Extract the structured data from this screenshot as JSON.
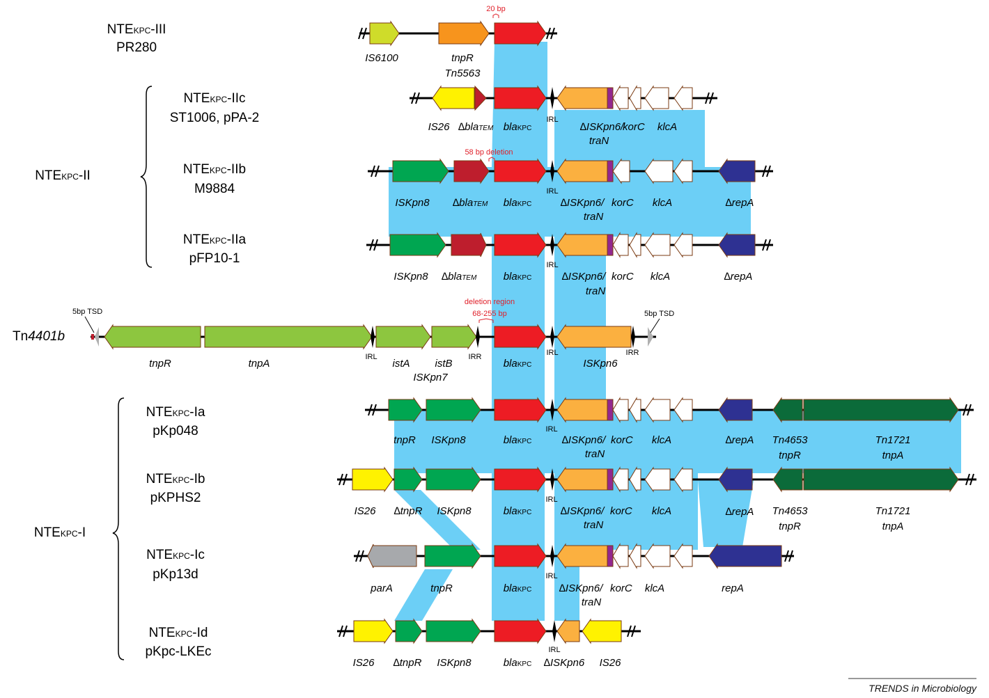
{
  "colors": {
    "shade": "#6ccff6",
    "line": "#000000",
    "outline": "#7a3a12",
    "note": "#e0202a",
    "bla": "#ed1c24",
    "iskpn6": "#fbb040",
    "purple": "#92278f",
    "white": "#ffffff",
    "darkblue": "#2e3192",
    "darkgreen": "#0b6b3a",
    "green": "#00a651",
    "lightgreen": "#8dc63f",
    "yellow": "#fff200",
    "darkred": "#be1e2d",
    "lime": "#cfdc2a",
    "orange": "#f7941d",
    "gray": "#a7a9ac",
    "tsd_gray": "#b0b0b0"
  },
  "groups": {
    "ii": {
      "name": "NTE",
      "sub": "KPC",
      "suffix": "-II"
    },
    "i": {
      "name": "NTE",
      "sub": "KPC",
      "suffix": "-I"
    }
  },
  "rows": [
    {
      "id": "iii",
      "name": "NTE",
      "sub": "KPC",
      "suffix": "-III",
      "line2": "PR280"
    },
    {
      "id": "iic",
      "name": "NTE",
      "sub": "KPC",
      "suffix": "-IIc",
      "line2": "ST1006, pPA-2"
    },
    {
      "id": "iib",
      "name": "NTE",
      "sub": "KPC",
      "suffix": "-IIb",
      "line2": "M9884"
    },
    {
      "id": "iia",
      "name": "NTE",
      "sub": "KPC",
      "suffix": "-IIa",
      "line2": "pFP10-1"
    },
    {
      "id": "tn",
      "name": "Tn",
      "italic": "4401b"
    },
    {
      "id": "ia",
      "name": "NTE",
      "sub": "KPC",
      "suffix": "-Ia",
      "line2": "pKp048"
    },
    {
      "id": "ib",
      "name": "NTE",
      "sub": "KPC",
      "suffix": "-Ib",
      "line2": "pKPHS2"
    },
    {
      "id": "ic",
      "name": "NTE",
      "sub": "KPC",
      "suffix": "-Ic",
      "line2": "pKp13d"
    },
    {
      "id": "id",
      "name": "NTE",
      "sub": "KPC",
      "suffix": "-Id",
      "line2": "pKpc-LKEc"
    }
  ],
  "genes": {
    "is6100": "IS6100",
    "tnpR": "tnpR",
    "tn5563": "Tn5563",
    "bla": "bla",
    "kpc": "KPC",
    "tem": "TEM",
    "is26": "IS26",
    "delta_bla": "∆bla",
    "delta_iskpn6": "∆ISKpn6/",
    "tran": "traN",
    "korC": "korC",
    "klcA": "klcA",
    "iskpn8": "ISKpn8",
    "delta_repA": "∆repA",
    "repA": "repA",
    "tnpA": "tnpA",
    "istA": "istA",
    "istB": "istB",
    "iskpn7": "ISKpn7",
    "iskpn6": "ISKpn6",
    "delta_iskpn6_only": "∆ISKpn6",
    "tn4653": "Tn4653",
    "tn1721": "Tn1721",
    "delta_tnpR": "∆tnpR",
    "parA": "parA"
  },
  "marks": {
    "irl": "IRL",
    "irr": "IRR",
    "tsd_left": "5bp TSD",
    "tsd_right": "5bp TSD"
  },
  "notes": {
    "bp20": "20 bp",
    "del58": "58 bp deletion",
    "del_region_1": "deletion region",
    "del_region_2": "68-255 bp"
  },
  "journal": "TRENDS in Microbiology"
}
